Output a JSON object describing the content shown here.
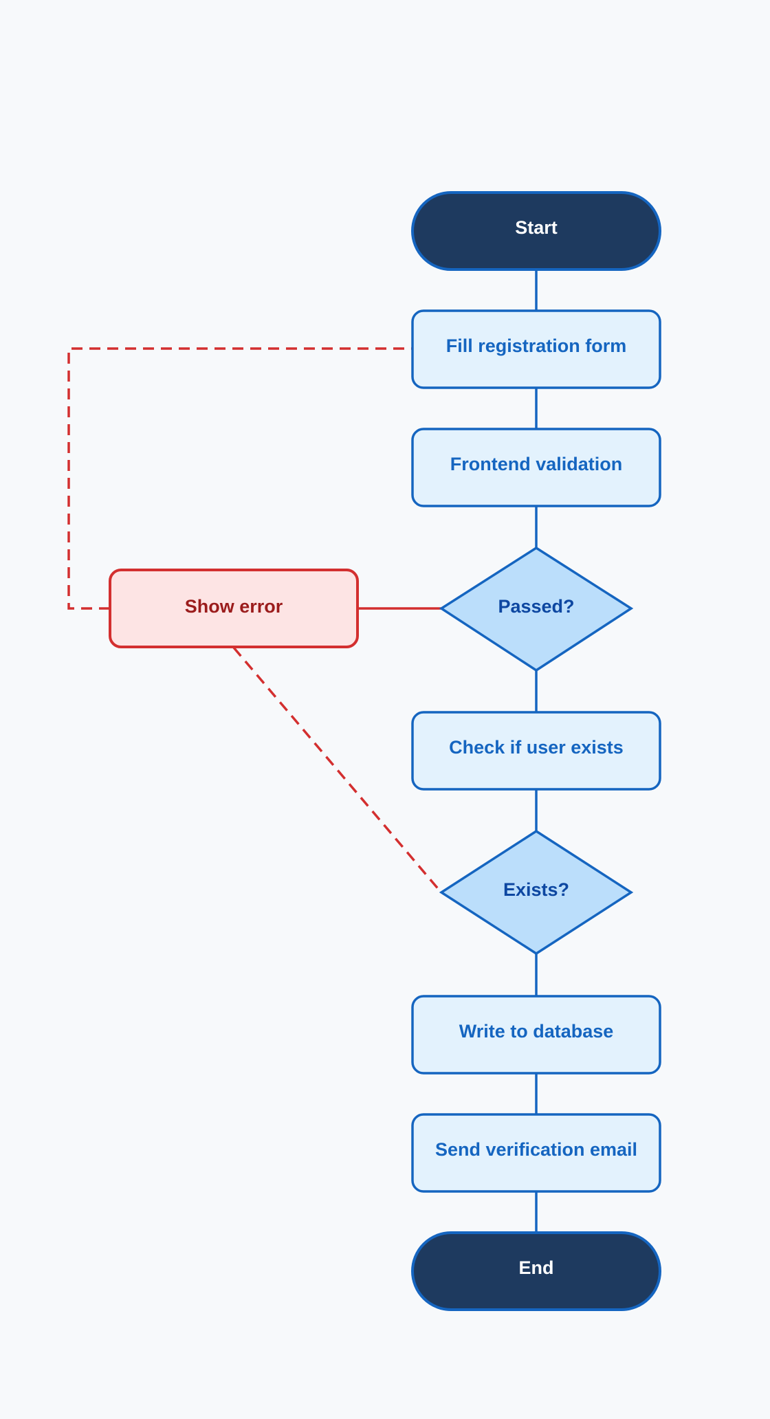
{
  "diagram": {
    "type": "flowchart",
    "nodes": {
      "start": {
        "label": "Start",
        "kind": "terminal"
      },
      "fill_form": {
        "label": "Fill registration form",
        "kind": "process"
      },
      "frontend_validation": {
        "label": "Frontend validation",
        "kind": "process"
      },
      "passed": {
        "label": "Passed?",
        "kind": "decision"
      },
      "show_error": {
        "label": "Show error",
        "kind": "error"
      },
      "check_user": {
        "label": "Check if user exists",
        "kind": "process"
      },
      "exists": {
        "label": "Exists?",
        "kind": "decision"
      },
      "write_db": {
        "label": "Write to database",
        "kind": "process"
      },
      "send_email": {
        "label": "Send verification email",
        "kind": "process"
      },
      "end": {
        "label": "End",
        "kind": "terminal"
      }
    },
    "edges": [
      {
        "from": "start",
        "to": "fill_form",
        "style": "solid"
      },
      {
        "from": "fill_form",
        "to": "frontend_validation",
        "style": "solid"
      },
      {
        "from": "frontend_validation",
        "to": "passed",
        "style": "solid"
      },
      {
        "from": "passed",
        "to": "show_error",
        "style": "solid"
      },
      {
        "from": "passed",
        "to": "check_user",
        "style": "solid"
      },
      {
        "from": "show_error",
        "to": "fill_form",
        "style": "dashed"
      },
      {
        "from": "check_user",
        "to": "exists",
        "style": "solid"
      },
      {
        "from": "exists",
        "to": "show_error",
        "style": "dashed"
      },
      {
        "from": "exists",
        "to": "write_db",
        "style": "solid"
      },
      {
        "from": "write_db",
        "to": "send_email",
        "style": "solid"
      },
      {
        "from": "send_email",
        "to": "end",
        "style": "solid"
      }
    ],
    "colors": {
      "background": "#f7f9fb",
      "terminal_fill": "#1e3a5f",
      "process_fill": "#e3f2fd",
      "decision_fill": "#bbdefb",
      "primary_stroke": "#1565c0",
      "error_fill": "#fde4e4",
      "error_stroke": "#d32f2f",
      "error_text": "#9b1c1c"
    }
  }
}
